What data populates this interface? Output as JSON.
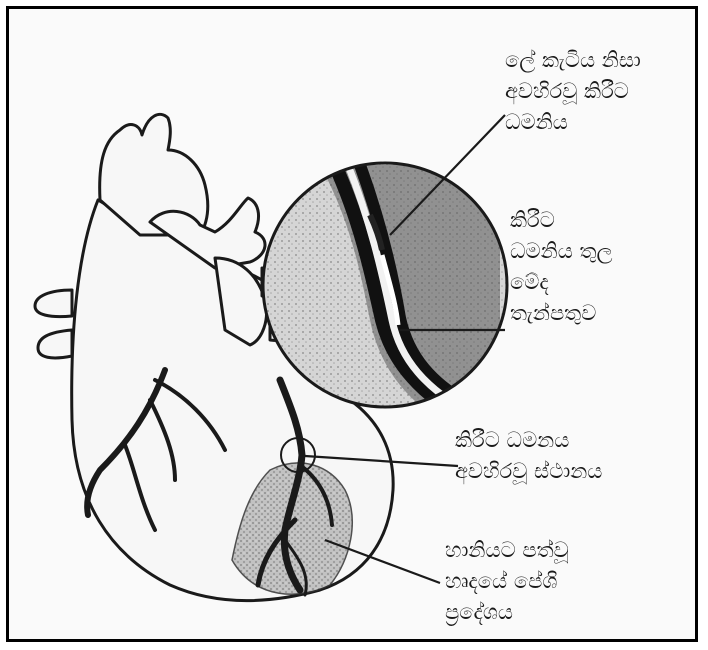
{
  "labels": {
    "blocked_artery": [
      "ලේ කැටිය නිසා",
      "අවහිරවූ කිරීට",
      "ධමනිය"
    ],
    "fat_deposit": [
      "කිරීට",
      "ධමනිය තුල",
      "මේද",
      "තැන්පතුව"
    ],
    "blockage_site": [
      "කිරීට ධමනය",
      "අවහිරවූ ස්ථානය"
    ],
    "damaged_muscle": [
      "හානියට පත්වූ",
      "හෘදයේ පේශි",
      "ප්‍රදේශය"
    ]
  },
  "colors": {
    "ink": "#1a1a1a",
    "frame": "#000000",
    "paper": "#fafafa"
  }
}
